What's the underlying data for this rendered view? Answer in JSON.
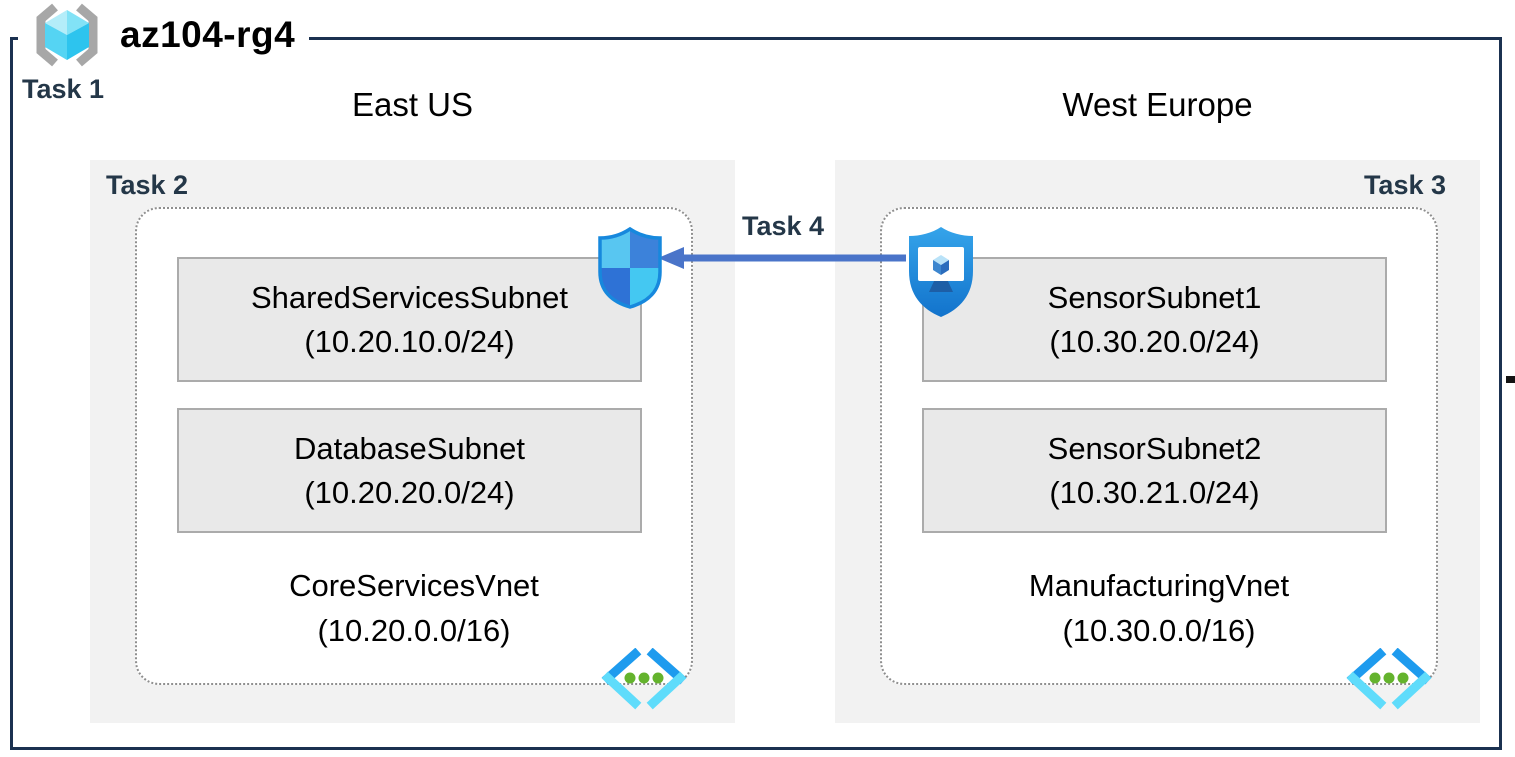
{
  "resource_group": {
    "name": "az104-rg4",
    "task": "Task 1",
    "icon": "resource-group-icon"
  },
  "regions": [
    {
      "name": "East US",
      "task": "Task 2",
      "badge_icon": "network-security-group-icon",
      "vnet": {
        "name": "CoreServicesVnet",
        "cidr": "(10.20.0.0/16)",
        "icon": "virtual-network-icon",
        "subnets": [
          {
            "name": "SharedServicesSubnet",
            "cidr": "(10.20.10.0/24)"
          },
          {
            "name": "DatabaseSubnet",
            "cidr": "(10.20.20.0/24)"
          }
        ]
      }
    },
    {
      "name": "West Europe",
      "task": "Task 3",
      "badge_icon": "bastion-icon",
      "vnet": {
        "name": "ManufacturingVnet",
        "cidr": "(10.30.0.0/16)",
        "icon": "virtual-network-icon",
        "subnets": [
          {
            "name": "SensorSubnet1",
            "cidr": "(10.30.20.0/24)"
          },
          {
            "name": "SensorSubnet2",
            "cidr": "(10.30.21.0/24)"
          }
        ]
      }
    }
  ],
  "connection": {
    "label": "Task 4",
    "arrow_direction": "west-europe-to-east-us"
  },
  "colors": {
    "outer_border": "#1b3150",
    "task_label": "#243748",
    "region_bg": "#f2f2f2",
    "subnet_bg": "#e9e9e9",
    "subnet_border": "#ababab",
    "vnet_dotted": "#8f8f8f",
    "arrow": "#4a74c9"
  }
}
